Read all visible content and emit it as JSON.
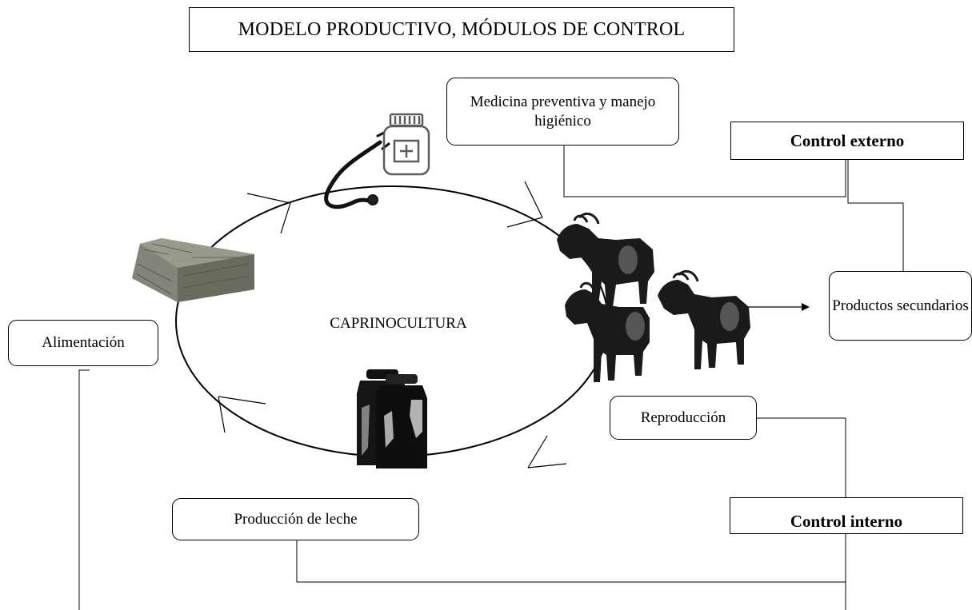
{
  "title": "MODELO PRODUCTIVO, MÓDULOS DE CONTROL",
  "center_label": "CAPRINOCULTURA",
  "boxes": {
    "medicina": "Medicina preventiva y manejo higiénico",
    "control_externo": "Control externo",
    "productos_secundarios": "Productos secundarios",
    "alimentacion": "Alimentación",
    "reproduccion": "Reproducción",
    "produccion_leche": "Producción de leche",
    "control_interno": "Control interno"
  },
  "icons": [
    "medicine-bottle-icon",
    "stethoscope-icon",
    "hay-bale-icon",
    "milk-cans-icon",
    "goat-icon"
  ],
  "colors": {
    "line": "#000000",
    "hay": "#7d7d70",
    "goat": "#1a1a1a",
    "goat_highlight": "#555555",
    "bottle": "#5c5c5c"
  }
}
